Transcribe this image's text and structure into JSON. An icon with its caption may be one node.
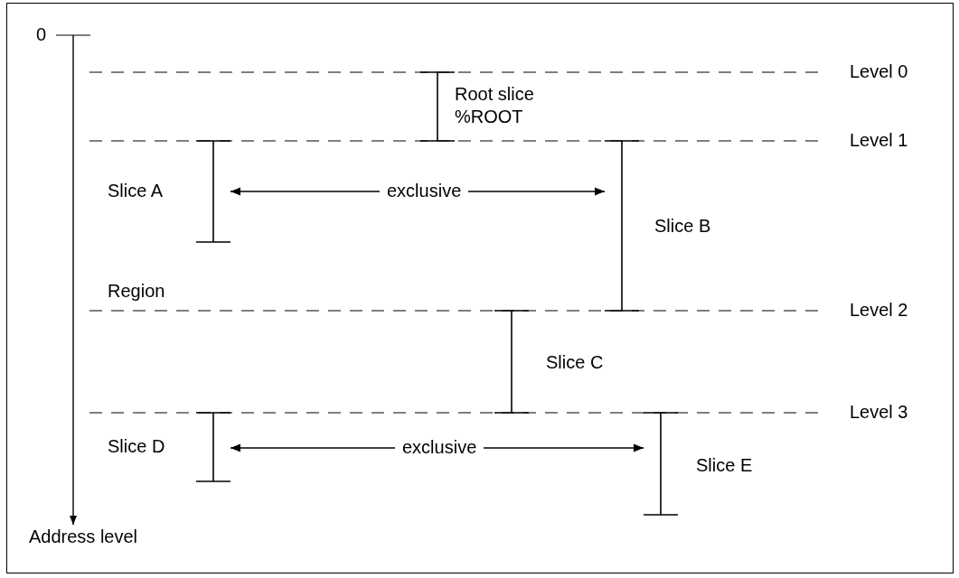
{
  "diagram": {
    "nodes": [
      {
        "text": [
          "Root slice %ROOT"
        ]
      },
      {
        "text": [
          "Slice A"
        ]
      },
      {
        "text": [
          "Slice B"
        ]
      },
      {
        "text": [
          "Slice C"
        ]
      },
      {
        "text": [
          "Slice D"
        ]
      },
      {
        "text": [
          "Slice E"
        ]
      }
    ],
    "edges": [
      {
        "from": 1,
        "to": 2,
        "arrow": "both",
        "label": "exclusive"
      },
      {
        "from": 4,
        "to": 5,
        "arrow": "both",
        "label": "exclusive"
      }
    ],
    "labels": [
      "0",
      "Level 0",
      "Level 1",
      "Region",
      "Level 2",
      "Level 3",
      "Address level"
    ]
  }
}
